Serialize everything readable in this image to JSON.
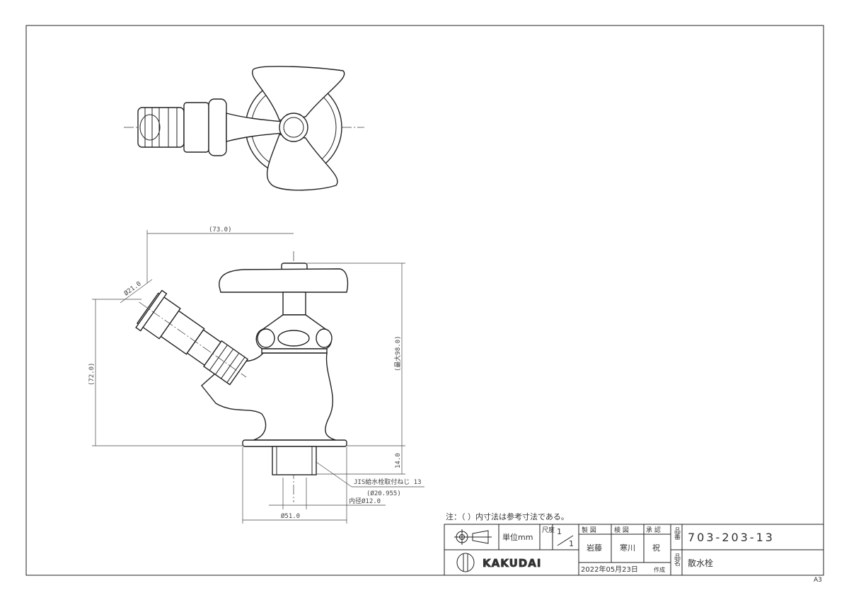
{
  "drawing": {
    "dimensions": {
      "width_73": "(73.0)",
      "height_72": "(72.0)",
      "dia_21": "Ø21.0",
      "max_98": "(最大98.0)",
      "thread_14": "14.0",
      "thread_label": "JIS給水栓取付ねじ 13",
      "thread_dia": "(Ø20.955)",
      "inner_dia": "内径Ø12.0",
      "flange_dia": "Ø51.0"
    }
  },
  "note": "注：（ ）内寸法は参考寸法である。",
  "title_block": {
    "unit": "単位mm",
    "scale_label": "尺度",
    "scale_num": "1",
    "scale_den": "1",
    "drafted_label": "製 図",
    "checked_label": "検 図",
    "approved_label": "承 認",
    "drafted_by": "岩藤",
    "checked_by": "寒川",
    "approved_by": "祝",
    "date": "2022年05月23日",
    "created_label": "作成",
    "part_no_label": "品番",
    "part_no": "703-203-13",
    "part_name_label": "品名",
    "part_name": "散水栓",
    "brand": "KAKUDAI"
  },
  "sheet_size": "A3"
}
